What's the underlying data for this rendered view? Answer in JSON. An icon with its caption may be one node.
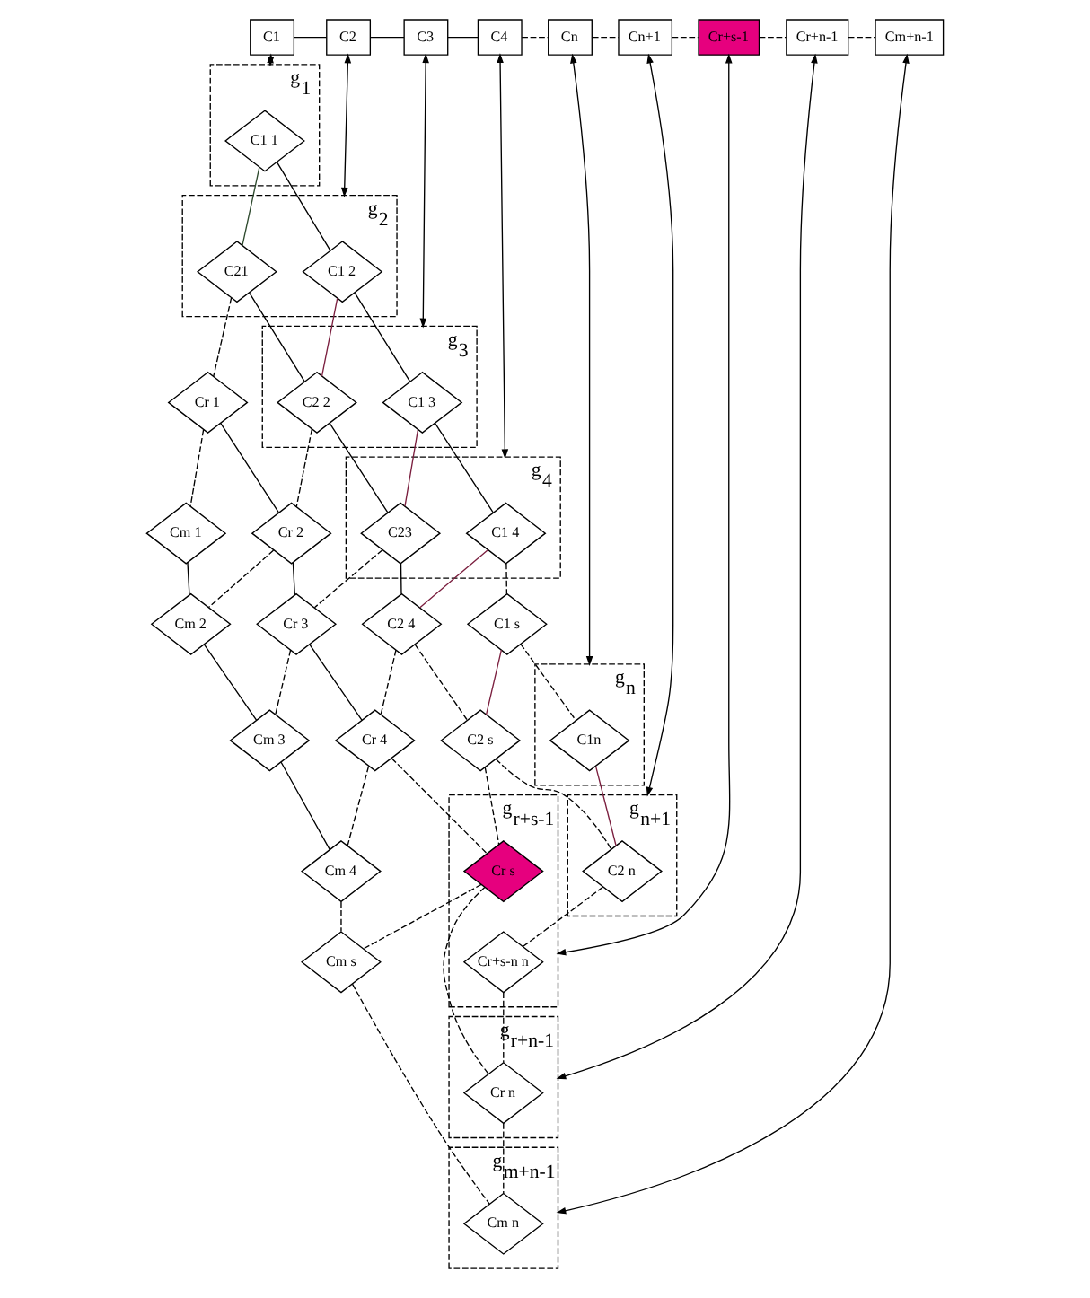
{
  "diagram": {
    "nodes": [
      {
        "text": [
          "C1"
        ]
      },
      {
        "text": [
          "C2"
        ]
      },
      {
        "text": [
          "C3"
        ]
      },
      {
        "text": [
          "C4"
        ]
      },
      {
        "text": [
          "Cn"
        ]
      },
      {
        "text": [
          "Cn+1"
        ]
      },
      {
        "text": [
          "Cr+s-1"
        ]
      },
      {
        "text": [
          "Cr+n-1"
        ]
      },
      {
        "text": [
          "Cm+n-1"
        ]
      },
      {
        "text": [
          "g$_{n}$"
        ]
      },
      {
        "text": [
          "C1n"
        ],
        "in": 9
      },
      {
        "text": [
          "g$_{n+1}$"
        ]
      },
      {
        "text": [
          "C2 n"
        ],
        "in": 11
      },
      {
        "text": [
          "g$_{r+s-1}$"
        ]
      },
      {
        "text": [
          "Cr+s-n n"
        ],
        "in": 13
      },
      {
        "text": [
          "g$_{4}$"
        ]
      },
      {
        "text": [
          "C1 4"
        ],
        "in": 15
      },
      {
        "text": [
          "C1 s"
        ]
      },
      {
        "text": [
          "g$_{3}$"
        ]
      },
      {
        "text": [
          "C1 3"
        ],
        "in": 18
      },
      {
        "text": [
          "g$_{r+n-1}$"
        ]
      },
      {
        "text": [
          "Cr n"
        ],
        "in": 20
      },
      {
        "text": [
          "C2 s"
        ]
      },
      {
        "text": [
          "g$_{2}$"
        ]
      },
      {
        "text": [
          "C1 2"
        ],
        "in": 23
      },
      {
        "text": [
          "C2 4"
        ]
      },
      {
        "text": [
          "C23"
        ],
        "in": 15
      },
      {
        "text": [
          "Cr s"
        ],
        "in": 13
      },
      {
        "text": [
          "g$_{m+n-1}$"
        ]
      },
      {
        "text": [
          "Cm n"
        ],
        "in": 28
      },
      {
        "text": [
          "g$_{1}$"
        ]
      },
      {
        "text": [
          "C1 1"
        ],
        "in": 30
      },
      {
        "text": [
          "C2 2"
        ],
        "in": 18
      },
      {
        "text": [
          "C21"
        ],
        "in": 23
      },
      {
        "text": [
          "Cr 4"
        ]
      },
      {
        "text": [
          "Cm s"
        ]
      },
      {
        "text": [
          "Cr 3"
        ]
      },
      {
        "text": [
          "Cm 4"
        ]
      },
      {
        "text": [
          "Cr 2"
        ]
      },
      {
        "text": [
          "Cm 3"
        ]
      },
      {
        "text": [
          "Cr 1"
        ]
      },
      {
        "text": [
          "Cm 2"
        ]
      },
      {
        "text": [
          "Cm 1"
        ]
      }
    ],
    "edges": [
      {
        "from": 0,
        "to": 1,
        "arrow": "none"
      },
      {
        "from": 1,
        "to": 2,
        "arrow": "none"
      },
      {
        "from": 2,
        "to": 3,
        "arrow": "none"
      },
      {
        "from": 3,
        "to": 4,
        "arrow": "none",
        "style": "dashed"
      },
      {
        "from": 4,
        "to": 5,
        "arrow": "none",
        "style": "dashed"
      },
      {
        "from": 5,
        "to": 6,
        "arrow": "none",
        "style": "dashed"
      },
      {
        "from": 6,
        "to": 7,
        "arrow": "none",
        "style": "dashed"
      },
      {
        "from": 7,
        "to": 8,
        "arrow": "none",
        "style": "dashed"
      },
      {
        "from": 0,
        "to": 30,
        "arrow": "both"
      },
      {
        "from": 1,
        "to": 23,
        "arrow": "both"
      },
      {
        "from": 2,
        "to": 18,
        "arrow": "both"
      },
      {
        "from": 3,
        "to": 15,
        "arrow": "both"
      },
      {
        "from": 4,
        "to": 9,
        "arrow": "both"
      },
      {
        "from": 5,
        "to": 11,
        "arrow": "both"
      },
      {
        "from": 6,
        "to": 13,
        "arrow": "both"
      },
      {
        "from": 7,
        "to": 20,
        "arrow": "both"
      },
      {
        "from": 8,
        "to": 28,
        "arrow": "both"
      },
      {
        "from": 31,
        "to": 24,
        "arrow": "none"
      },
      {
        "from": 24,
        "to": 19,
        "arrow": "none"
      },
      {
        "from": 19,
        "to": 16,
        "arrow": "none"
      },
      {
        "from": 16,
        "to": 17,
        "arrow": "none",
        "style": "dashed"
      },
      {
        "from": 17,
        "to": 10,
        "arrow": "none",
        "style": "dashed"
      },
      {
        "from": 33,
        "to": 32,
        "arrow": "none"
      },
      {
        "from": 32,
        "to": 26,
        "arrow": "none"
      },
      {
        "from": 26,
        "to": 25,
        "arrow": "none"
      },
      {
        "from": 25,
        "to": 22,
        "arrow": "none",
        "style": "dashed"
      },
      {
        "from": 22,
        "to": 12,
        "arrow": "none",
        "style": "dashed"
      },
      {
        "from": 40,
        "to": 38,
        "arrow": "none"
      },
      {
        "from": 38,
        "to": 36,
        "arrow": "none"
      },
      {
        "from": 36,
        "to": 34,
        "arrow": "none"
      },
      {
        "from": 34,
        "to": 27,
        "arrow": "none",
        "style": "dashed"
      },
      {
        "from": 27,
        "to": 21,
        "arrow": "none",
        "style": "dashed"
      },
      {
        "from": 42,
        "to": 41,
        "arrow": "none"
      },
      {
        "from": 41,
        "to": 39,
        "arrow": "none"
      },
      {
        "from": 39,
        "to": 37,
        "arrow": "none"
      },
      {
        "from": 37,
        "to": 35,
        "arrow": "none",
        "style": "dashed"
      },
      {
        "from": 35,
        "to": 29,
        "arrow": "none",
        "style": "dashed"
      },
      {
        "from": 31,
        "to": 33,
        "arrow": "none",
        "color": "#2e4a2e"
      },
      {
        "from": 33,
        "to": 40,
        "arrow": "none",
        "style": "dashed"
      },
      {
        "from": 40,
        "to": 42,
        "arrow": "none",
        "style": "dashed"
      },
      {
        "from": 24,
        "to": 32,
        "arrow": "none",
        "color": "#7b1f3f"
      },
      {
        "from": 32,
        "to": 38,
        "arrow": "none",
        "style": "dashed"
      },
      {
        "from": 38,
        "to": 41,
        "arrow": "none",
        "style": "dashed"
      },
      {
        "from": 19,
        "to": 26,
        "arrow": "none",
        "color": "#7b1f3f"
      },
      {
        "from": 26,
        "to": 36,
        "arrow": "none",
        "style": "dashed"
      },
      {
        "from": 36,
        "to": 39,
        "arrow": "none",
        "style": "dashed"
      },
      {
        "from": 16,
        "to": 25,
        "arrow": "none",
        "color": "#7b1f3f"
      },
      {
        "from": 25,
        "to": 34,
        "arrow": "none",
        "style": "dashed"
      },
      {
        "from": 34,
        "to": 37,
        "arrow": "none",
        "style": "dashed"
      },
      {
        "from": 17,
        "to": 22,
        "arrow": "none",
        "color": "#7b1f3f"
      },
      {
        "from": 22,
        "to": 27,
        "arrow": "none",
        "style": "dashed"
      },
      {
        "from": 27,
        "to": 35,
        "arrow": "none",
        "style": "dashed"
      },
      {
        "from": 10,
        "to": 12,
        "arrow": "none",
        "color": "#7b1f3f"
      },
      {
        "from": 12,
        "to": 14,
        "arrow": "none",
        "style": "dashed"
      },
      {
        "from": 14,
        "to": 21,
        "arrow": "none",
        "style": "dashed"
      },
      {
        "from": 21,
        "to": 29,
        "arrow": "none",
        "style": "dashed"
      }
    ]
  }
}
